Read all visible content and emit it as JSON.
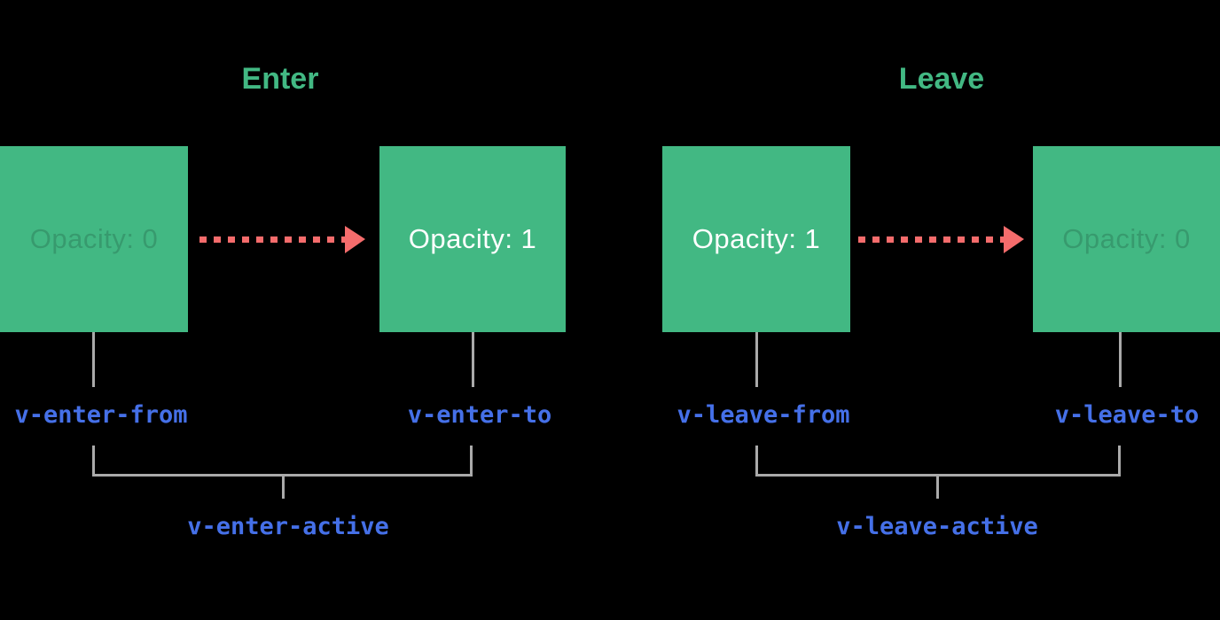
{
  "colors": {
    "background": "#000000",
    "box_green": "#42b883",
    "title_green": "#42b883",
    "arrow_red": "#f56c6c",
    "connector_gray": "#aaaaaa",
    "label_blue": "#4570e8",
    "box_text": "#ffffff"
  },
  "sections": [
    {
      "id": "enter",
      "title": "Enter",
      "boxes": [
        {
          "label": "Opacity: 0",
          "faded": true
        },
        {
          "label": "Opacity: 1",
          "faded": false
        }
      ],
      "class_labels": {
        "from": "v-enter-from",
        "to": "v-enter-to",
        "active": "v-enter-active"
      }
    },
    {
      "id": "leave",
      "title": "Leave",
      "boxes": [
        {
          "label": "Opacity: 1",
          "faded": false
        },
        {
          "label": "Opacity: 0",
          "faded": true
        }
      ],
      "class_labels": {
        "from": "v-leave-from",
        "to": "v-leave-to",
        "active": "v-leave-active"
      }
    }
  ]
}
